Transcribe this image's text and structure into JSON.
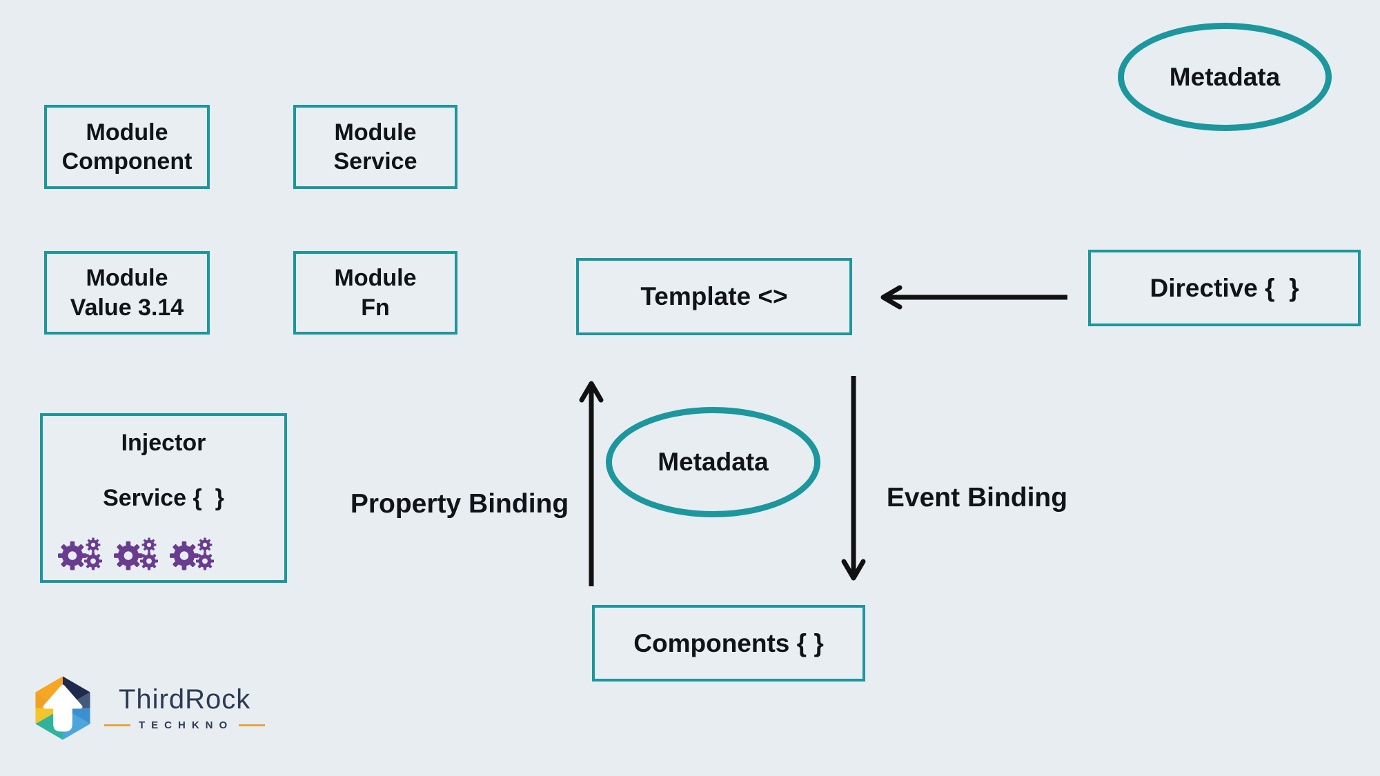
{
  "canvas": {
    "bg": "#e8edf2"
  },
  "palette": {
    "teal": "#1b979d",
    "ink": "#101419",
    "gear_purple": "#693c90",
    "arrow_black": "#111111",
    "logo_navy": "#2c3a52",
    "logo_orange": "#e9a43f"
  },
  "boxes": {
    "module_component": {
      "line1": "Module",
      "line2": "Component"
    },
    "module_service": {
      "line1": "Module",
      "line2": "Service"
    },
    "module_value": {
      "line1": "Module",
      "line2": "Value 3.14"
    },
    "module_fn": {
      "line1": "Module",
      "line2": "Fn"
    },
    "template": {
      "label": "Template <>"
    },
    "directive": {
      "label": "Directive {  }"
    },
    "components": {
      "label": "Components { }"
    },
    "injector": {
      "title": "Injector",
      "service": "Service {  }"
    }
  },
  "ovals": {
    "metadata_top": {
      "label": "Metadata"
    },
    "metadata_center": {
      "label": "Metadata"
    }
  },
  "edges": {
    "property_binding": {
      "label": "Property Binding"
    },
    "event_binding": {
      "label": "Event Binding"
    }
  },
  "logo": {
    "name": "ThirdRock",
    "subname": "TECHKNO"
  }
}
